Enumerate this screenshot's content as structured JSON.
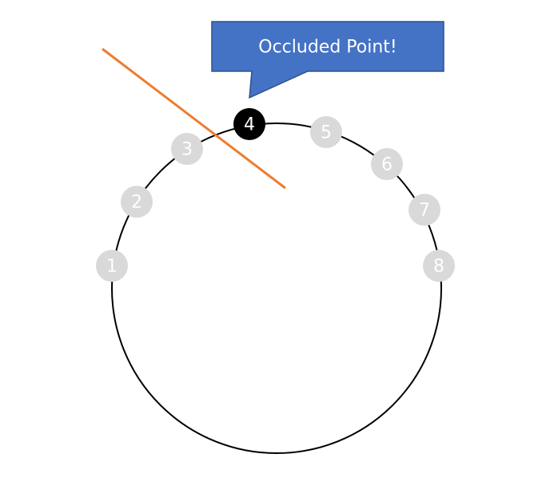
{
  "callout": {
    "text": "Occluded Point!",
    "fill_color": "#4472C4",
    "border_color": "#2F528F"
  },
  "ring": {
    "stroke_color": "#000000"
  },
  "occluding_line": {
    "color": "#ED7D31"
  },
  "points": [
    {
      "label": "1",
      "state": "normal"
    },
    {
      "label": "2",
      "state": "normal"
    },
    {
      "label": "3",
      "state": "normal"
    },
    {
      "label": "4",
      "state": "occluded"
    },
    {
      "label": "5",
      "state": "normal"
    },
    {
      "label": "6",
      "state": "normal"
    },
    {
      "label": "7",
      "state": "normal"
    },
    {
      "label": "8",
      "state": "normal"
    }
  ],
  "colors": {
    "normal_point": "#D9D9D9",
    "occluded_point": "#000000",
    "point_label": "#FFFFFF"
  }
}
